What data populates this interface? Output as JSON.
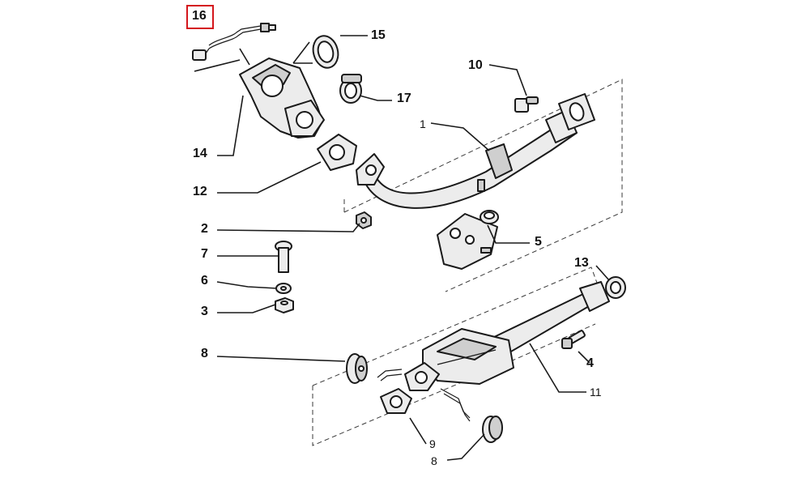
{
  "diagram": {
    "highlight_color": "#d4161c",
    "line_color": "#1a1a1a",
    "callouts": [
      {
        "id": "c16a",
        "label": "16",
        "highlighted": true
      },
      {
        "id": "c15",
        "label": "15"
      },
      {
        "id": "c17",
        "label": "17"
      },
      {
        "id": "c10",
        "label": "10"
      },
      {
        "id": "c1",
        "label": "1"
      },
      {
        "id": "c14",
        "label": "14"
      },
      {
        "id": "c12",
        "label": "12"
      },
      {
        "id": "c2",
        "label": "2"
      },
      {
        "id": "c7",
        "label": "7"
      },
      {
        "id": "c6",
        "label": "6"
      },
      {
        "id": "c3",
        "label": "3"
      },
      {
        "id": "c5",
        "label": "5"
      },
      {
        "id": "c13",
        "label": "13"
      },
      {
        "id": "c8a",
        "label": "8"
      },
      {
        "id": "c4",
        "label": "4"
      },
      {
        "id": "c11",
        "label": "11"
      },
      {
        "id": "c9",
        "label": "9"
      },
      {
        "id": "c8b",
        "label": "8"
      }
    ]
  }
}
